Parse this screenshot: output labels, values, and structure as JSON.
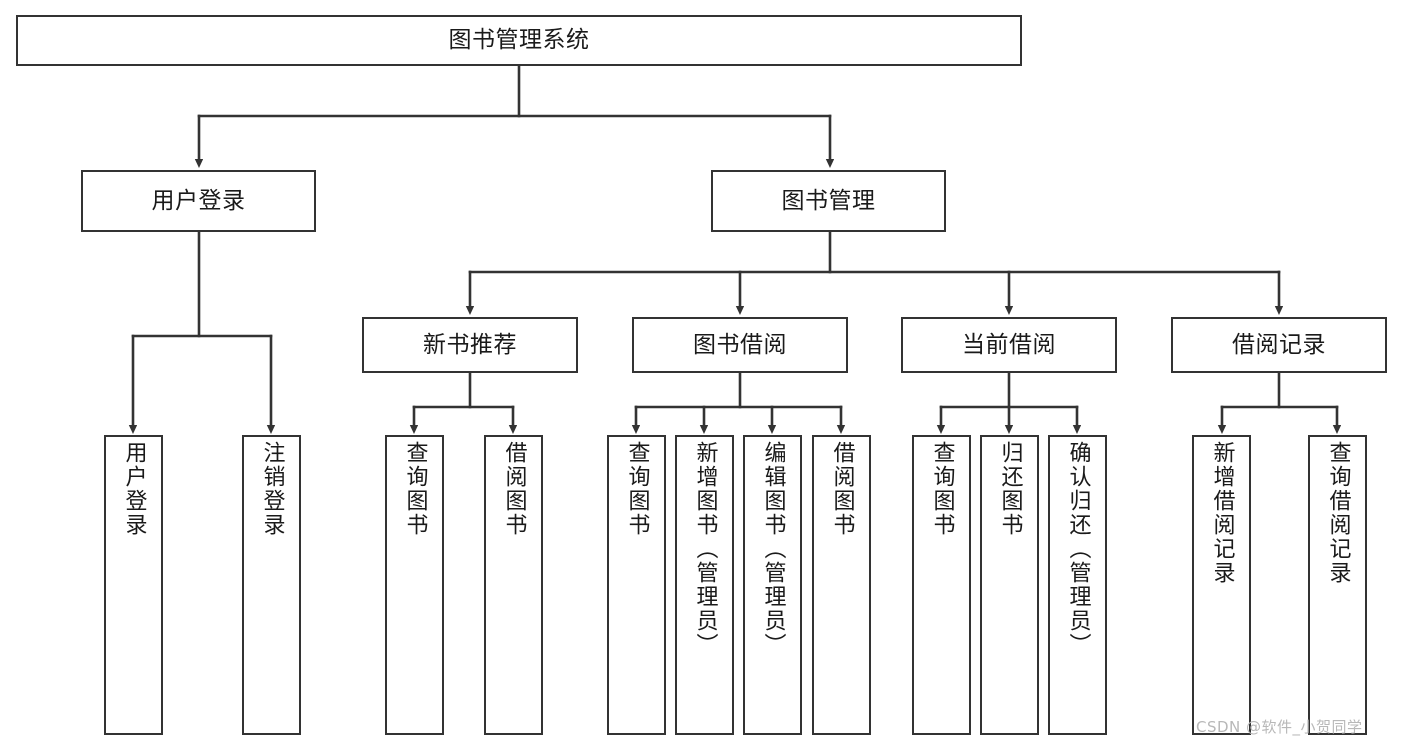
{
  "diagram": {
    "title": "图书管理系统",
    "watermark": "CSDN @软件_小贺同学",
    "colors": {
      "stroke": "#333333",
      "fill": "#ffffff",
      "text": "#1a1a1a",
      "watermark": "#b8b8b8"
    },
    "nodes": {
      "root": {
        "label": "图书管理系统"
      },
      "level2": [
        {
          "id": "user-login",
          "label": "用户登录"
        },
        {
          "id": "book-management",
          "label": "图书管理"
        }
      ],
      "level3": [
        {
          "id": "new-book-recommend",
          "label": "新书推荐"
        },
        {
          "id": "book-borrow",
          "label": "图书借阅"
        },
        {
          "id": "current-borrow",
          "label": "当前借阅"
        },
        {
          "id": "borrow-record",
          "label": "借阅记录"
        }
      ],
      "leaves": {
        "user_login": [
          {
            "id": "leaf-user-login",
            "label": "用户登录"
          },
          {
            "id": "leaf-logout",
            "label": "注销登录"
          }
        ],
        "new_book_recommend": [
          {
            "id": "leaf-query-book-1",
            "label": "查询图书"
          },
          {
            "id": "leaf-borrow-book-1",
            "label": "借阅图书"
          }
        ],
        "book_borrow": [
          {
            "id": "leaf-query-book-2",
            "label": "查询图书"
          },
          {
            "id": "leaf-add-book",
            "label": "新增图书（管理员）"
          },
          {
            "id": "leaf-edit-book",
            "label": "编辑图书（管理员）"
          },
          {
            "id": "leaf-borrow-book-2",
            "label": "借阅图书"
          }
        ],
        "current_borrow": [
          {
            "id": "leaf-query-book-3",
            "label": "查询图书"
          },
          {
            "id": "leaf-return-book",
            "label": "归还图书"
          },
          {
            "id": "leaf-confirm-return",
            "label": "确认归还（管理员）"
          }
        ],
        "borrow_record": [
          {
            "id": "leaf-add-record",
            "label": "新增借阅记录"
          },
          {
            "id": "leaf-query-record",
            "label": "查询借阅记录"
          }
        ]
      }
    }
  }
}
